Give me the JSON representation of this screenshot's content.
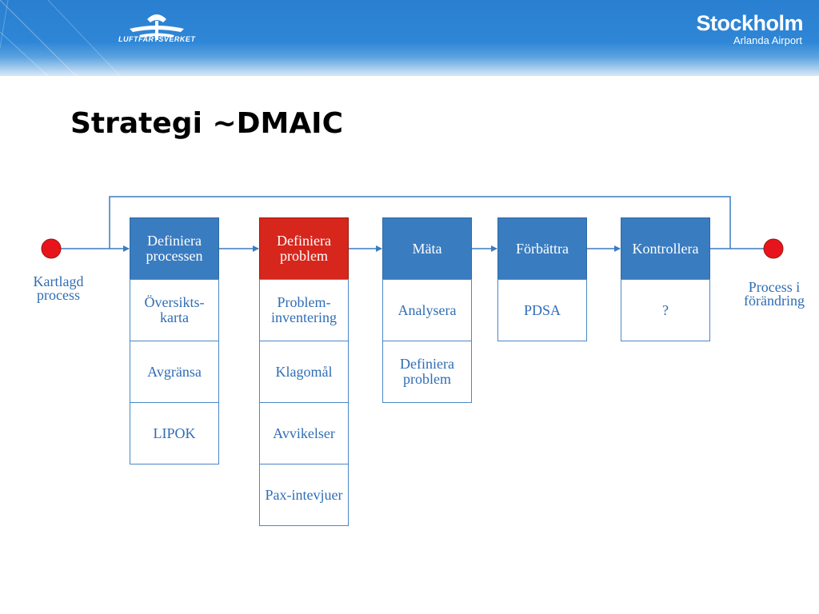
{
  "header": {
    "left_logo_text": "LUFTFARTSVERKET",
    "right_logo_title": "Stockholm",
    "right_logo_subtitle": "Arlanda Airport"
  },
  "slide": {
    "title": "Strategi ~DMAIC"
  },
  "diagram": {
    "start_label": "Kartlagd process",
    "end_label": "Process i förändring",
    "colors": {
      "phase": "#3a7cc0",
      "active_phase": "#d7261c",
      "cell_text": "#2f6db5",
      "terminal": "#e8141c"
    },
    "phases": [
      {
        "label": "Definiera processen",
        "active": false,
        "items": [
          "Översikts-karta",
          "Avgränsa",
          "LIPOK"
        ]
      },
      {
        "label": "Definiera problem",
        "active": true,
        "items": [
          "Problem-inventering",
          "Klagomål",
          "Avvikelser",
          "Pax-intevjuer"
        ]
      },
      {
        "label": "Mäta",
        "active": false,
        "items": [
          "Analysera",
          "Definiera problem"
        ]
      },
      {
        "label": "Förbättra",
        "active": false,
        "items": [
          "PDSA"
        ]
      },
      {
        "label": "Kontrollera",
        "active": false,
        "items": [
          "?"
        ]
      }
    ]
  }
}
